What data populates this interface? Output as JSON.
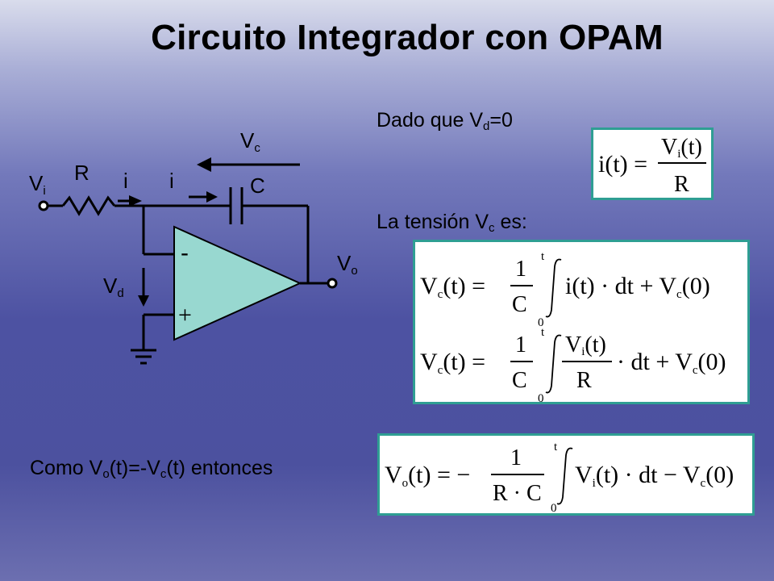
{
  "slide": {
    "title": "Circuito Integrador con OPAM",
    "text1": {
      "pre": "Dado que V",
      "sub": "d",
      "post": "=0"
    },
    "text2": {
      "pre": "La tensión V",
      "sub": "c",
      "post": " es:"
    },
    "text3": {
      "pre1": "Como V",
      "sub1": "o",
      "mid": "(t)=-V",
      "sub2": "c",
      "post": "(t) entonces"
    }
  },
  "circuit": {
    "vi": {
      "main": "V",
      "sub": "i"
    },
    "r": "R",
    "i1": "i",
    "i2": "i",
    "c": "C",
    "vc": {
      "main": "V",
      "sub": "c"
    },
    "vo": {
      "main": "V",
      "sub": "o"
    },
    "vd": {
      "main": "V",
      "sub": "d"
    },
    "minus": "-",
    "plus": "+"
  },
  "colors": {
    "opamp_fill": "#98d8d0",
    "box_border": "#2f9e93"
  },
  "equations": {
    "eq1": {
      "lhs": "i(t) =",
      "num": "V",
      "num_sub": "i",
      "num_tail": "(t)",
      "den": "R"
    },
    "eq2": {
      "lhs_v": "V",
      "lhs_sub": "c",
      "lhs_t": "(t) =",
      "one": "1",
      "cap": "C",
      "upper": "t",
      "lower": "0",
      "body": "i(t) · dt + V",
      "body_sub": "c",
      "tail": "(0)"
    },
    "eq3": {
      "lhs_v": "V",
      "lhs_sub": "c",
      "lhs_t": "(t) =",
      "one": "1",
      "cap": "C",
      "upper": "t",
      "lower": "0",
      "num": "V",
      "num_sub": "i",
      "num_tail": "(t)",
      "den": "R",
      "body": "· dt + V",
      "body_sub": "c",
      "tail": "(0)"
    },
    "eq4": {
      "lhs_v": "V",
      "lhs_sub": "o",
      "lhs_t": "(t) = −",
      "one": "1",
      "den": "R · C",
      "upper": "t",
      "lower": "0",
      "body": "V",
      "body_sub": "i",
      "body_tail": "(t) · dt − V",
      "body_sub2": "c",
      "tail": "(0)"
    }
  }
}
